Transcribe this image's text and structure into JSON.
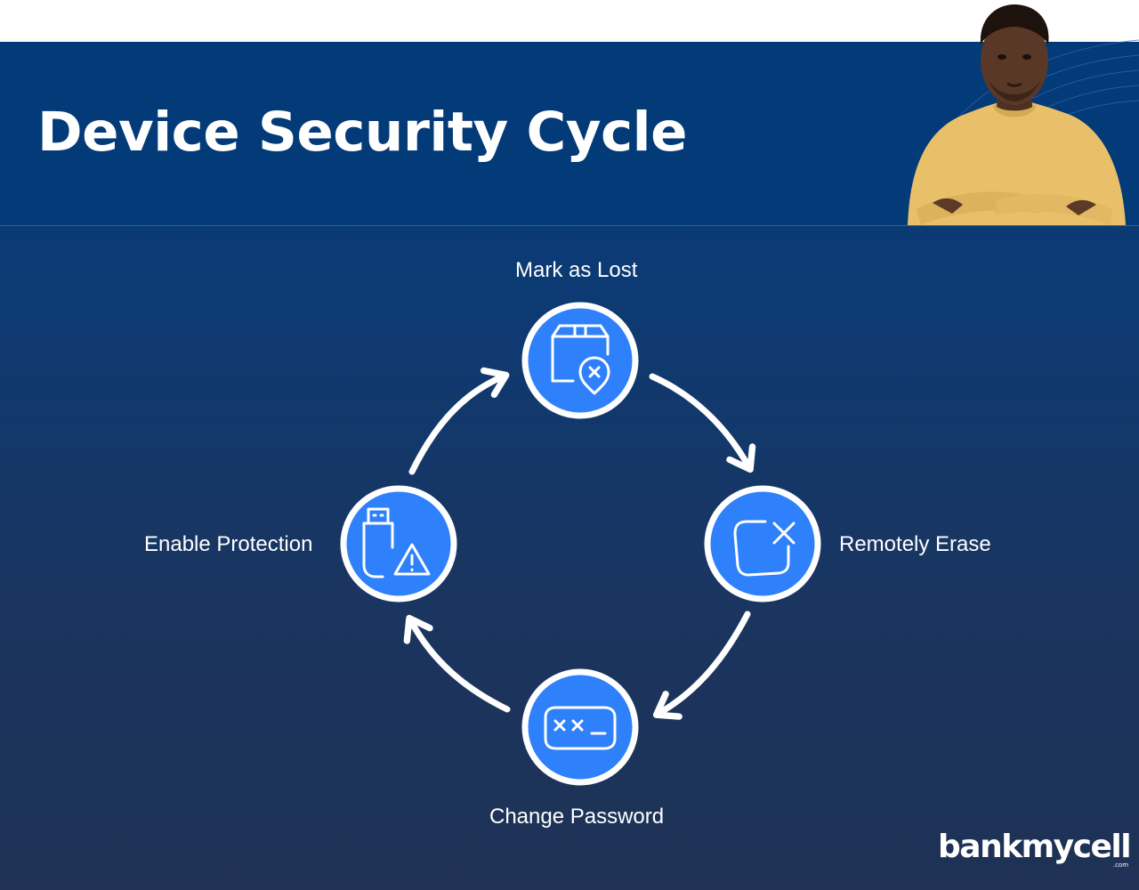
{
  "header": {
    "title": "Device Security Cycle"
  },
  "cycle": {
    "steps": [
      {
        "label": "Mark as Lost",
        "icon": "lost-package-icon"
      },
      {
        "label": "Remotely Erase",
        "icon": "erase-device-icon"
      },
      {
        "label": "Change Password",
        "icon": "password-field-icon"
      },
      {
        "label": "Enable Protection",
        "icon": "usb-warning-icon"
      }
    ],
    "node_color": "#2f80fb",
    "ring_color": "#ffffff"
  },
  "branding": {
    "logo_text": "bankmycell",
    "logo_suffix": ".com"
  },
  "colors": {
    "header_bg": "#033a78",
    "panel_bottom": "#1f3255",
    "sweater": "#e8c06a"
  }
}
